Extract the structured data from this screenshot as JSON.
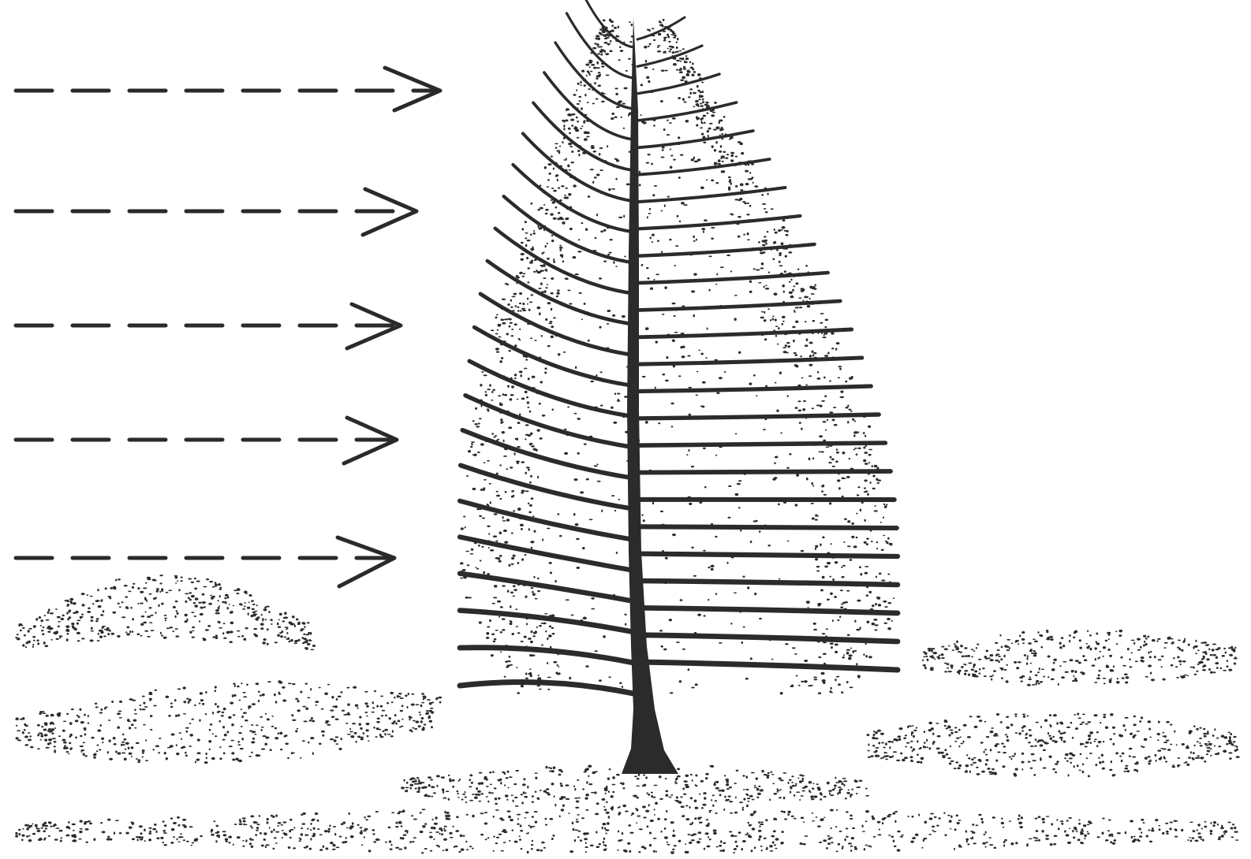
{
  "figure": {
    "description_text": "",
    "ink_color": "#2b2b2b",
    "background_color": "#ffffff",
    "wind_arrow_count": 5,
    "branch_count_left": 22,
    "branch_count_right": 24
  }
}
